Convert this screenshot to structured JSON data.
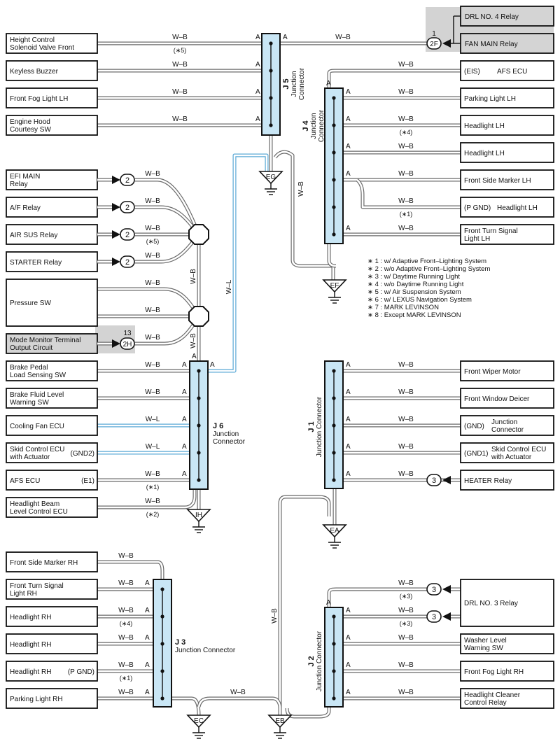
{
  "components": {
    "height_control": [
      "Height Control",
      "Solenoid Valve Front"
    ],
    "keyless_buzzer": "Keyless Buzzer",
    "front_fog_lh": "Front Fog Light LH",
    "engine_hood": [
      "Engine Hood",
      "Courtesy SW"
    ],
    "efi_main": [
      "EFI MAIN",
      "Relay"
    ],
    "af_relay": "A/F Relay",
    "air_sus": "AIR SUS Relay",
    "starter": "STARTER Relay",
    "pressure_sw": "Pressure SW",
    "mode_monitor": [
      "Mode Monitor Terminal",
      "Output Circuit"
    ],
    "brake_pedal": [
      "Brake Pedal",
      "Load Sensing SW"
    ],
    "brake_fluid": [
      "Brake Fluid Level",
      "Warning SW"
    ],
    "cooling_fan": "Cooling Fan ECU",
    "skid_gnd2": [
      "Skid Control ECU",
      "with Actuator"
    ],
    "skid_gnd2_pin": "(GND2)",
    "afs_e1": "AFS ECU",
    "afs_e1_pin": "(E1)",
    "beam_level": [
      "Headlight Beam",
      "Level Control ECU"
    ],
    "drl4": "DRL NO. 4 Relay",
    "fan_main": "FAN MAIN Relay",
    "afs_eis": "AFS ECU",
    "afs_eis_pin": "(EIS)",
    "parking_lh": "Parking Light LH",
    "headlight_lh_a": "Headlight LH",
    "headlight_lh_b": "Headlight LH",
    "side_marker_lh": "Front Side Marker LH",
    "pgnd_lh": "Headlight LH",
    "pgnd_lh_pin": "(P GND)",
    "turn_lh": [
      "Front Turn Signal",
      "Light LH"
    ],
    "wiper": "Front Wiper Motor",
    "deicer": "Front Window Deicer",
    "jc_gnd": [
      "Junction",
      "Connector"
    ],
    "jc_gnd_pin": "(GND)",
    "skid_gnd1": [
      "Skid Control ECU",
      "with Actuator"
    ],
    "skid_gnd1_pin": "(GND1)",
    "heater": "HEATER Relay",
    "side_marker_rh": "Front Side Marker RH",
    "turn_rh": [
      "Front Turn Signal",
      "Light RH"
    ],
    "headlight_rh_a": "Headlight RH",
    "headlight_rh_b": "Headlight RH",
    "headlight_rh_c": "Headlight RH",
    "headlight_rh_c_pin": "(P GND)",
    "parking_rh": "Parking Light RH",
    "drl3": "DRL NO. 3 Relay",
    "washer": [
      "Washer Level",
      "Warning SW"
    ],
    "fog_rh": "Front Fog Light RH",
    "cleaner": [
      "Headlight Cleaner",
      "Control Relay"
    ]
  },
  "junctions": {
    "j5": {
      "id": "J 5",
      "desc": [
        "Junction",
        "Connector"
      ]
    },
    "j4": {
      "id": "J 4",
      "desc": [
        "Junction",
        "Connector"
      ]
    },
    "j6": {
      "id": "J 6",
      "desc": [
        "Junction",
        "Connector"
      ]
    },
    "j1": {
      "id": "J 1",
      "desc": [
        "Junction Connector"
      ]
    },
    "j3": {
      "id": "J 3",
      "desc": [
        "Junction Connector"
      ]
    },
    "j2": {
      "id": "J 2",
      "desc": [
        "Junction Connector"
      ]
    }
  },
  "grounds": {
    "eg": "EG",
    "ef": "EF",
    "ih": "IH",
    "ea": "EA",
    "ec": "EC",
    "eb": "EB"
  },
  "connectors": {
    "c2": "2",
    "c3": "3",
    "c2f": "2F",
    "c2h": "2H",
    "c2f_pin": "1",
    "c2h_pin": "13"
  },
  "wire_labels": {
    "wb": "W–B",
    "wl": "W–L",
    "pin_a": "A"
  },
  "footnote_marks": {
    "n1": "(∗1)",
    "n2": "(∗2)",
    "n3": "(∗3)",
    "n4": "(∗4)",
    "n5": "(∗5)"
  },
  "legend": [
    "∗ 1 : w/ Adaptive Front–Lighting System",
    "∗ 2 : w/o Adaptive Front–Lighting System",
    "∗ 3 : w/ Daytime Running Light",
    "∗ 4 : w/o Daytime Running Light",
    "∗ 5 : w/ Air Suspension System",
    "∗ 6 : w/ LEXUS Navigation System",
    "∗ 7 : MARK LEVINSON",
    "∗ 8 : Except MARK LEVINSON"
  ],
  "colors": {
    "wire_wb": "#6a6a6a",
    "wire_wl": "#5aa9d6",
    "connector_fill": "#c9e6f5",
    "shaded": "#d3d3d3"
  }
}
